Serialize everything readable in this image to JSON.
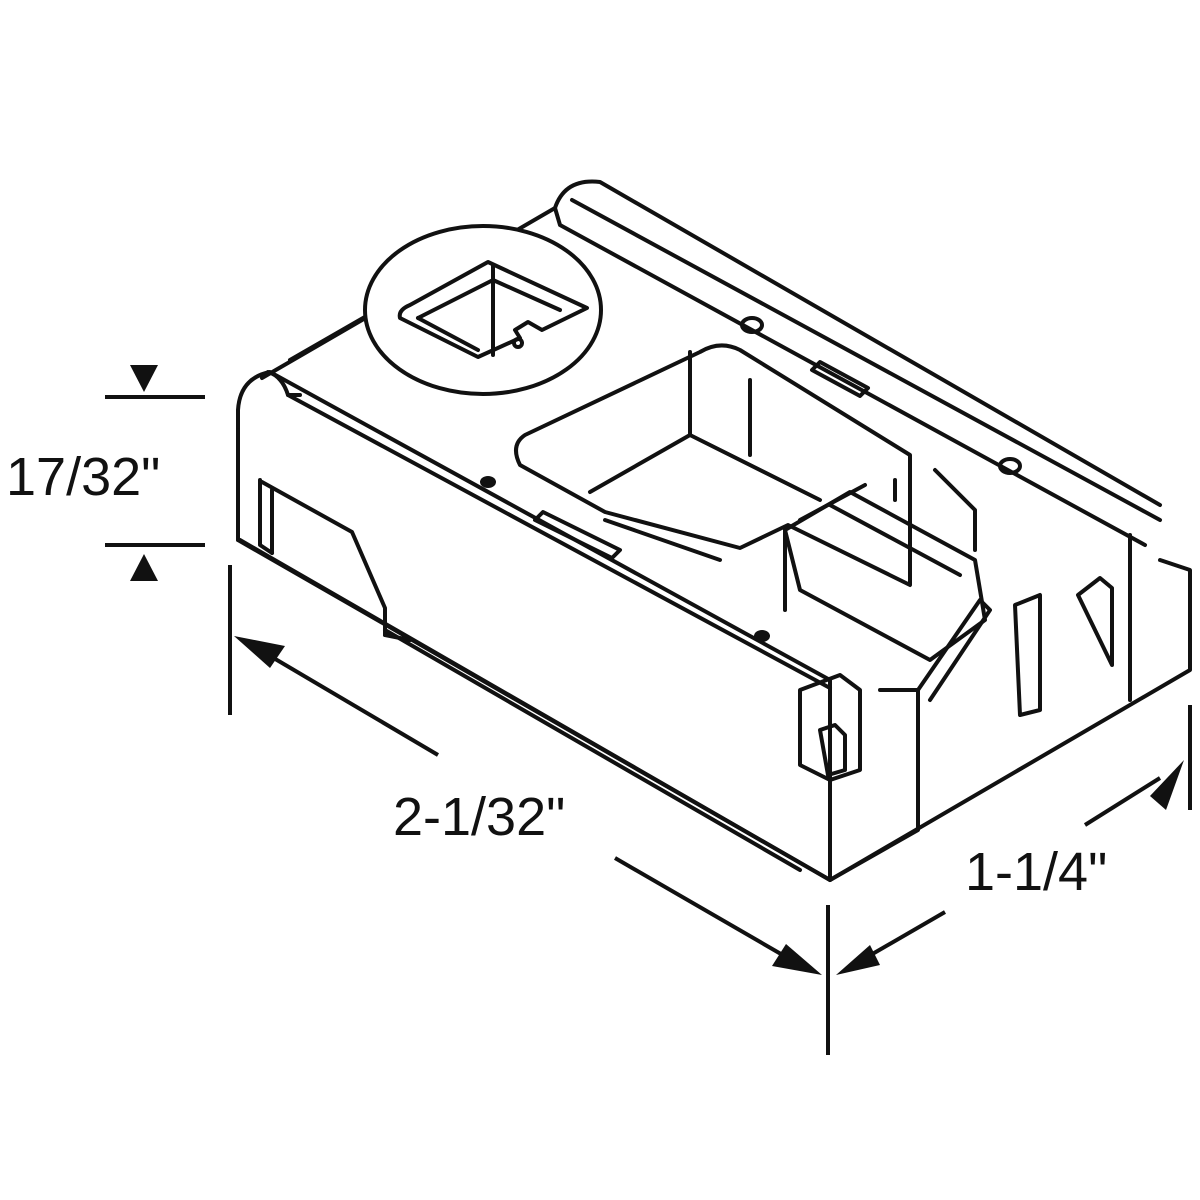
{
  "diagram": {
    "type": "technical-line-drawing",
    "subject": "isometric view of a rectangular plastic part with square hole and pocket",
    "colors": {
      "line": "#111111",
      "background": "#ffffff"
    },
    "dimensions": {
      "height": {
        "label": "17/32\""
      },
      "length": {
        "label": "2-1/32\""
      },
      "width": {
        "label": "1-1/4\""
      }
    }
  }
}
